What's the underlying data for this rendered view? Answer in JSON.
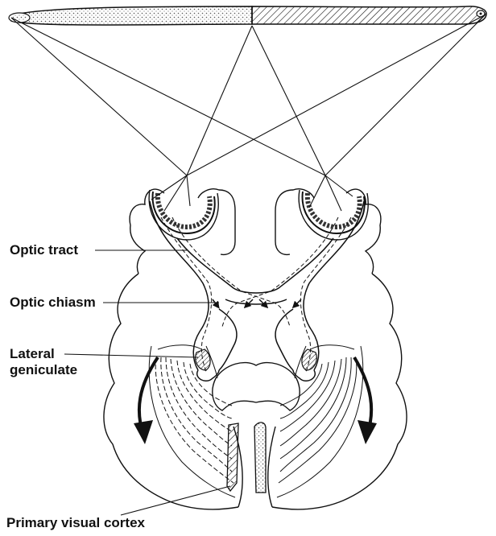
{
  "labels": {
    "optic_tract": "Optic tract",
    "optic_chiasm": "Optic chiasm",
    "lateral_geniculate_line1": "Lateral",
    "lateral_geniculate_line2": "geniculate",
    "primary_visual_cortex": "Primary visual cortex"
  },
  "colors": {
    "ink": "#111111",
    "background": "#ffffff",
    "stipple": "#555555"
  }
}
